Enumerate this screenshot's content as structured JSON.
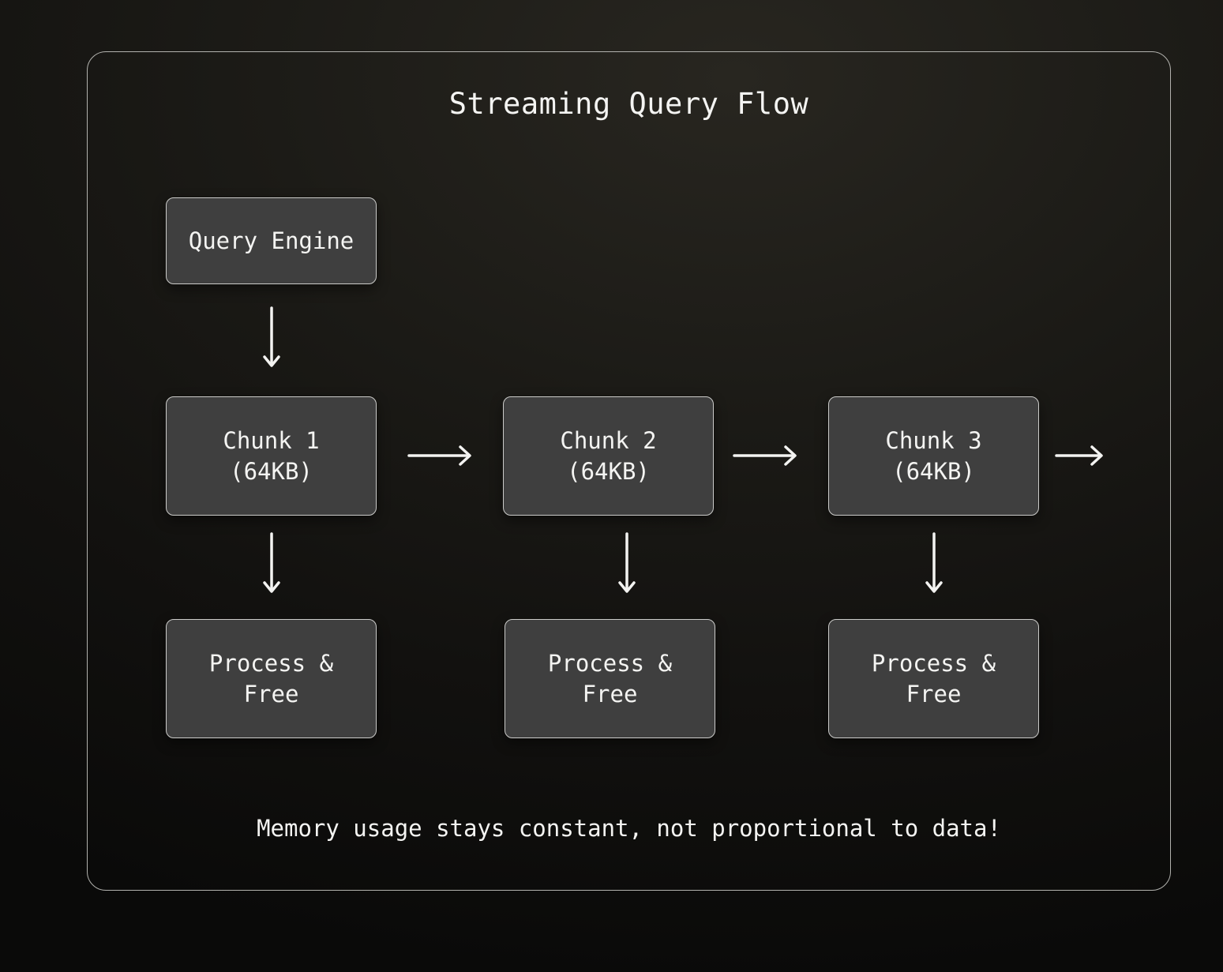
{
  "title": "Streaming Query Flow",
  "note": "Memory usage stays constant, not proportional to data!",
  "nodes": {
    "query_engine": {
      "label": "Query Engine"
    },
    "chunk_1": {
      "title": "Chunk 1",
      "subtitle": "(64KB)"
    },
    "chunk_2": {
      "title": "Chunk 2",
      "subtitle": "(64KB)"
    },
    "chunk_3": {
      "title": "Chunk 3",
      "subtitle": "(64KB)"
    },
    "process_1": {
      "title": "Process &",
      "subtitle": "Free"
    },
    "process_2": {
      "title": "Process &",
      "subtitle": "Free"
    },
    "process_3": {
      "title": "Process &",
      "subtitle": "Free"
    }
  },
  "arrows": [
    {
      "from": "query_engine",
      "to": "chunk_1",
      "direction": "down"
    },
    {
      "from": "chunk_1",
      "to": "chunk_2",
      "direction": "right"
    },
    {
      "from": "chunk_2",
      "to": "chunk_3",
      "direction": "right"
    },
    {
      "from": "chunk_3",
      "to": "offscreen",
      "direction": "right"
    },
    {
      "from": "chunk_1",
      "to": "process_1",
      "direction": "down"
    },
    {
      "from": "chunk_2",
      "to": "process_2",
      "direction": "down"
    },
    {
      "from": "chunk_3",
      "to": "process_3",
      "direction": "down"
    }
  ],
  "colors": {
    "bg_base": "#0a0a09",
    "card_border": "#b2b2ae",
    "node_fill": "#3f3f3f",
    "node_border": "#cbcbc9",
    "text": "#f4f4f2",
    "arrow": "#f3f3f1"
  }
}
